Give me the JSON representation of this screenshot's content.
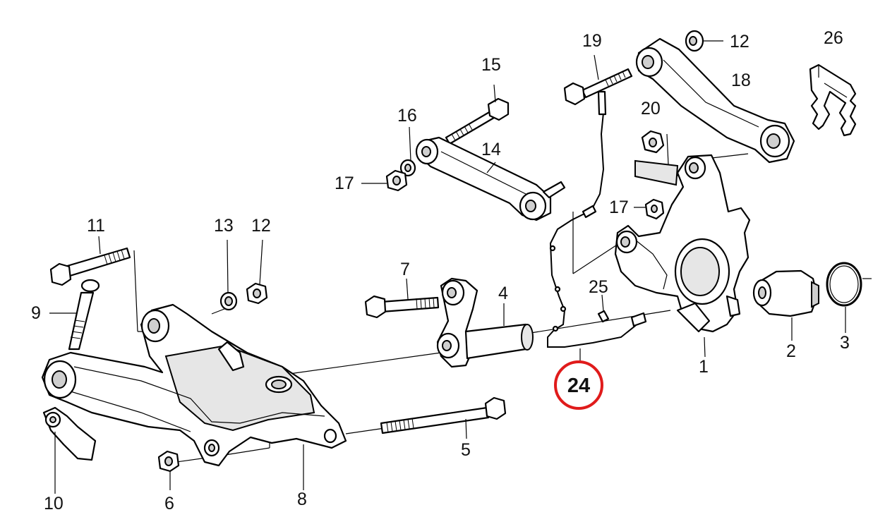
{
  "callouts": {
    "c1": "1",
    "c2": "2",
    "c3": "3",
    "c4": "4",
    "c5": "5",
    "c6": "6",
    "c7": "7",
    "c8": "8",
    "c9": "9",
    "c10": "10",
    "c11": "11",
    "c12a": "12",
    "c12b": "12",
    "c13": "13",
    "c14": "14",
    "c15": "15",
    "c16": "16",
    "c17a": "17",
    "c17b": "17",
    "c18": "18",
    "c19": "19",
    "c20": "20",
    "c24": "24",
    "c25": "25",
    "c26": "26"
  },
  "highlight": {
    "part": "24",
    "color": "#e01b1b"
  }
}
